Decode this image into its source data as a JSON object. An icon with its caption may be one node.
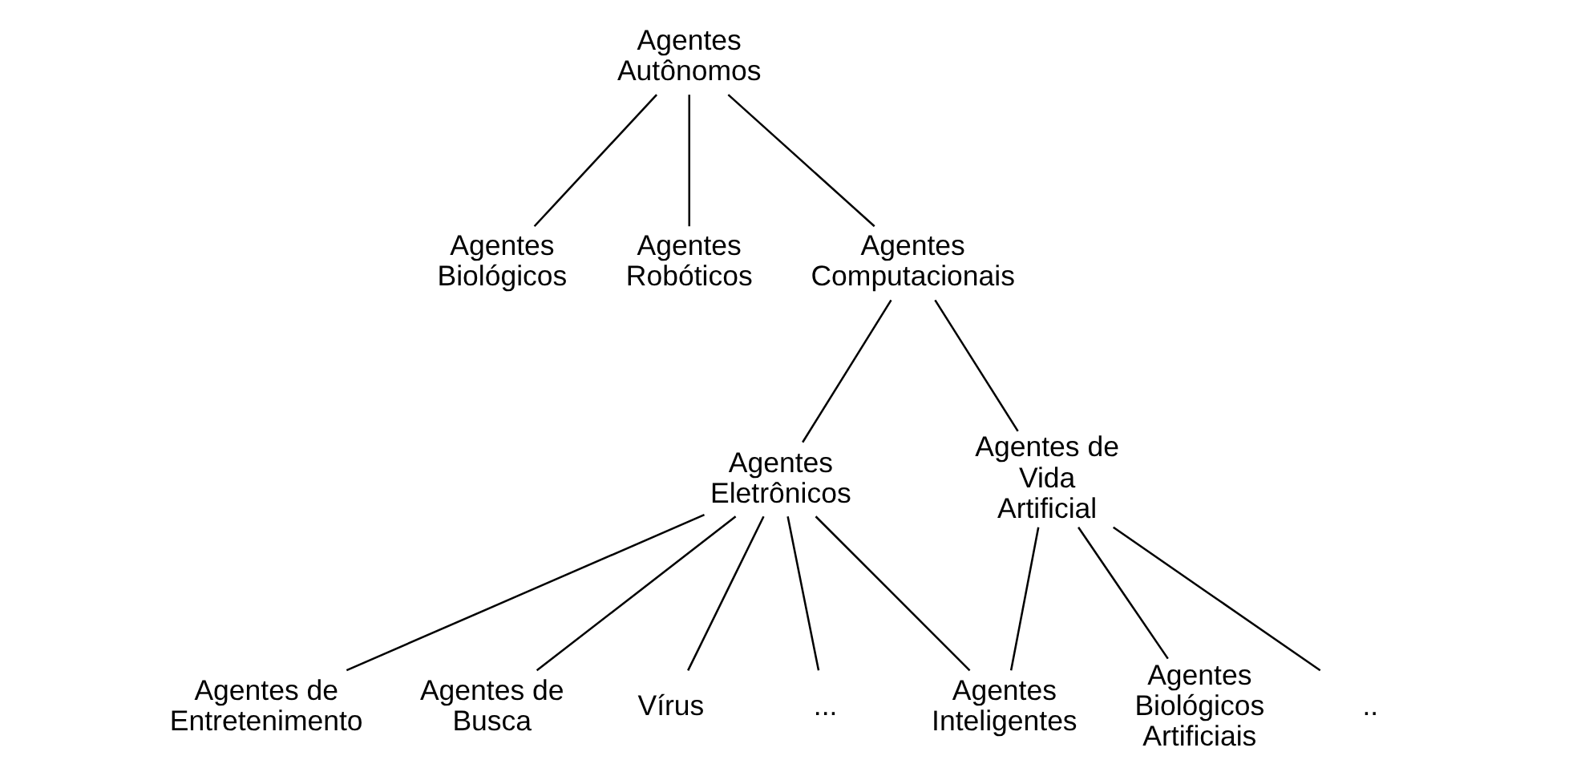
{
  "diagram": {
    "nodes": [
      {
        "text": [
          "Agentes Autônomos"
        ]
      },
      {
        "text": [
          "Agentes Biológicos"
        ]
      },
      {
        "text": [
          "Agentes Robóticos"
        ]
      },
      {
        "text": [
          "Agentes Computacionais"
        ]
      },
      {
        "text": [
          "Agentes Eletrônicos"
        ]
      },
      {
        "text": [
          "Agentes de Vida Artificial"
        ]
      },
      {
        "text": [
          "Agentes de Entretenimento"
        ]
      },
      {
        "text": [
          "Agentes de Busca"
        ]
      },
      {
        "text": [
          "Vírus"
        ]
      },
      {
        "text": [
          "..."
        ]
      },
      {
        "text": [
          "Agentes Inteligentes"
        ]
      },
      {
        "text": [
          "Agentes Biológicos Artificiais"
        ]
      },
      {
        "text": [
          ".."
        ]
      }
    ],
    "edges": [
      {
        "from": 0,
        "to": 1,
        "arrow": "none"
      },
      {
        "from": 0,
        "to": 2,
        "arrow": "none"
      },
      {
        "from": 0,
        "to": 3,
        "arrow": "none"
      },
      {
        "from": 3,
        "to": 4,
        "arrow": "none"
      },
      {
        "from": 3,
        "to": 5,
        "arrow": "none"
      },
      {
        "from": 4,
        "to": 6,
        "arrow": "none"
      },
      {
        "from": 4,
        "to": 7,
        "arrow": "none"
      },
      {
        "from": 4,
        "to": 8,
        "arrow": "none"
      },
      {
        "from": 4,
        "to": 9,
        "arrow": "none"
      },
      {
        "from": 4,
        "to": 10,
        "arrow": "none"
      },
      {
        "from": 5,
        "to": 10,
        "arrow": "none"
      },
      {
        "from": 5,
        "to": 11,
        "arrow": "none"
      },
      {
        "from": 5,
        "to": 12,
        "arrow": "none"
      }
    ]
  }
}
